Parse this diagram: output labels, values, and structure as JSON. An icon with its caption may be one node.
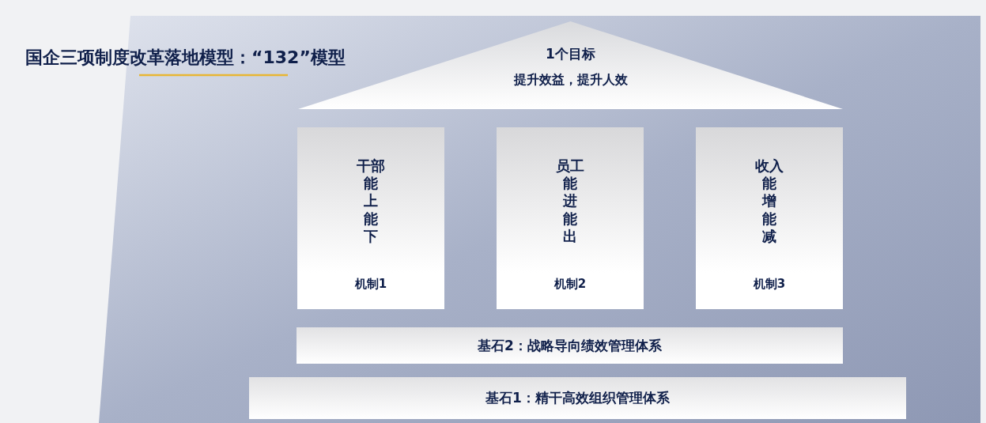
{
  "diagram": {
    "title": "国企三项制度改革落地模型：“132”模型",
    "nodes": [
      {
        "text": [
          "1个目标",
          "提升效益，提升人效"
        ]
      },
      {
        "text": [
          "干部",
          "能上能下",
          "机制1"
        ]
      },
      {
        "text": [
          "员工",
          "能进能出",
          "机制2"
        ]
      },
      {
        "text": [
          "收入",
          "能增能减",
          "机制3"
        ]
      },
      {
        "text": [
          "基石2：战略导向绩效管理体系"
        ]
      },
      {
        "text": [
          "基石1：精干高效组织管理体系"
        ]
      }
    ]
  }
}
